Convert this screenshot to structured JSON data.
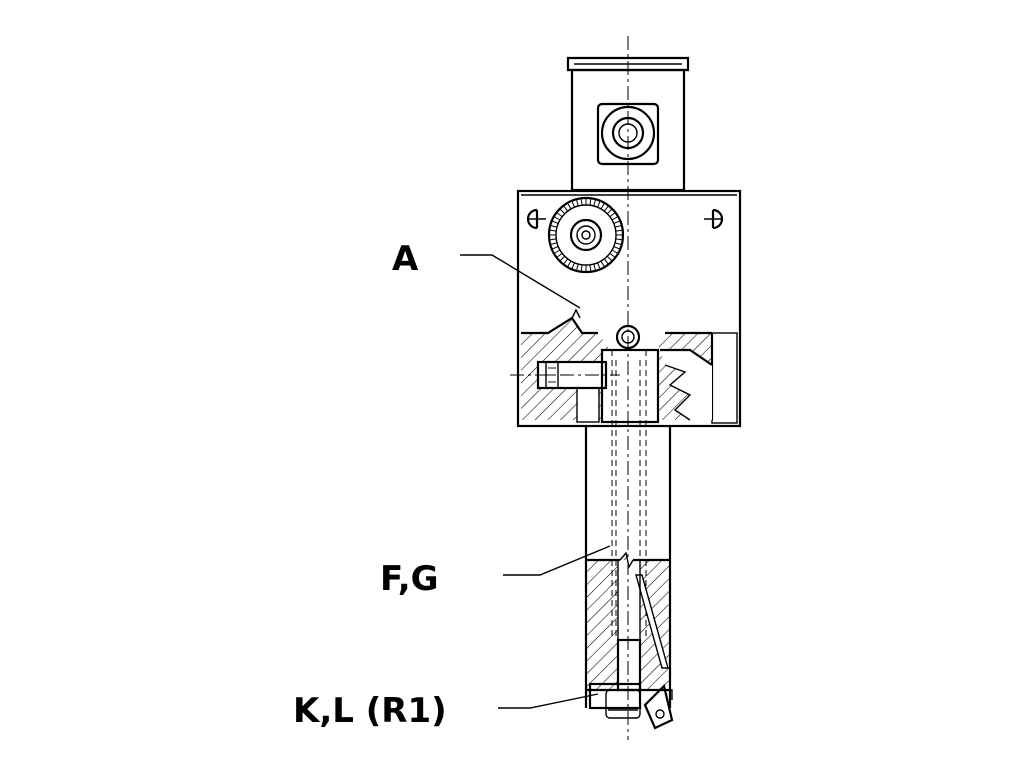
{
  "callouts": {
    "a": "A",
    "fg": "F,G",
    "kl": "K,L (R1)"
  },
  "colors": {
    "line": "#000000",
    "background": "#ffffff"
  }
}
